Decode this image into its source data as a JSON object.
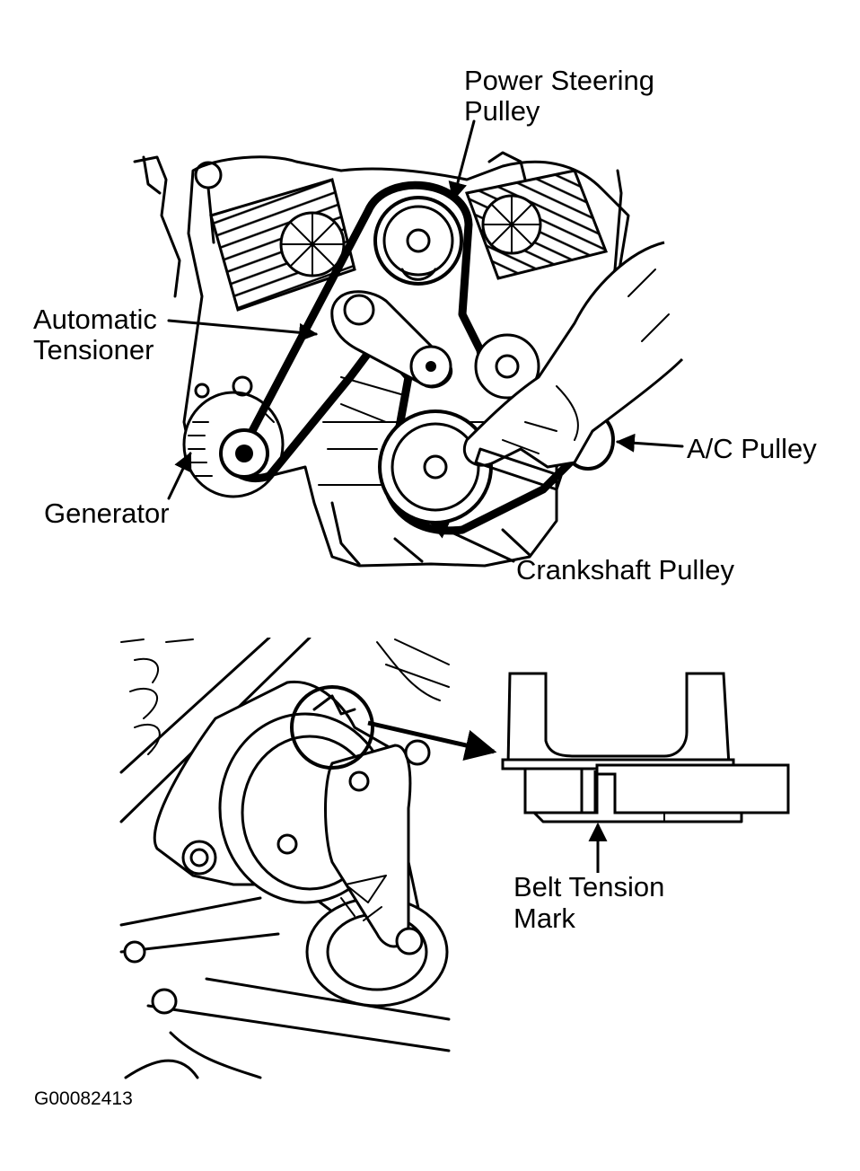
{
  "top_figure": {
    "labels": {
      "power_steering_line1": "Power Steering",
      "power_steering_line2": "Pulley",
      "tensioner_line1": "Automatic",
      "tensioner_line2": "Tensioner",
      "ac_pulley": "A/C Pulley",
      "generator": "Generator",
      "crankshaft_pulley": "Crankshaft Pulley"
    }
  },
  "bottom_figure": {
    "labels": {
      "belt_tension_line1": "Belt Tension",
      "belt_tension_line2": "Mark"
    }
  },
  "figure_code": "G00082413"
}
